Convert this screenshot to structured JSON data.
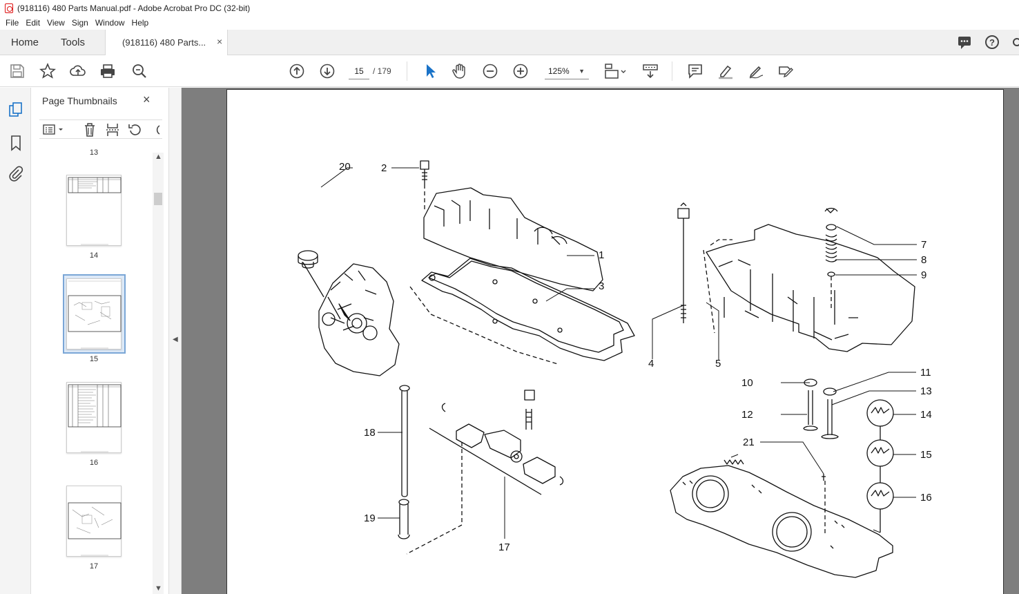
{
  "window": {
    "title": "(918116) 480 Parts Manual.pdf - Adobe Acrobat Pro DC (32-bit)"
  },
  "menu": {
    "items": [
      "File",
      "Edit",
      "View",
      "Sign",
      "Window",
      "Help"
    ]
  },
  "tabs": {
    "home": "Home",
    "tools": "Tools",
    "document": "(918116) 480 Parts...",
    "close_glyph": "×"
  },
  "toolbar": {
    "current_page": "15",
    "total_pages": "/ 179",
    "zoom": "125%",
    "icons": [
      "save-icon",
      "bookmark-star-icon",
      "upload-icon",
      "print-icon",
      "search-zoom-icon",
      "previous-page-icon",
      "next-page-icon",
      "select-arrow-icon",
      "hand-icon",
      "zoom-out-icon",
      "zoom-in-icon",
      "page-fit-icon",
      "scroll-mode-icon",
      "comment-icon",
      "highlight-icon",
      "draw-icon",
      "fill-sign-icon"
    ]
  },
  "thumbnails": {
    "panel_title": "Page Thumbnails",
    "close_glyph": "×",
    "pages": [
      {
        "label": "13"
      },
      {
        "label": "14"
      },
      {
        "label": "15",
        "selected": true
      },
      {
        "label": "16"
      },
      {
        "label": "17"
      }
    ]
  },
  "diagram": {
    "callouts": [
      "1",
      "2",
      "3",
      "4",
      "5",
      "7",
      "8",
      "9",
      "10",
      "11",
      "12",
      "13",
      "14",
      "15",
      "16",
      "17",
      "18",
      "19",
      "20",
      "21"
    ]
  },
  "colors": {
    "accent": "#1a73c8",
    "selection_bg": "#dde9f7",
    "doc_bg": "#7e7e7e"
  }
}
